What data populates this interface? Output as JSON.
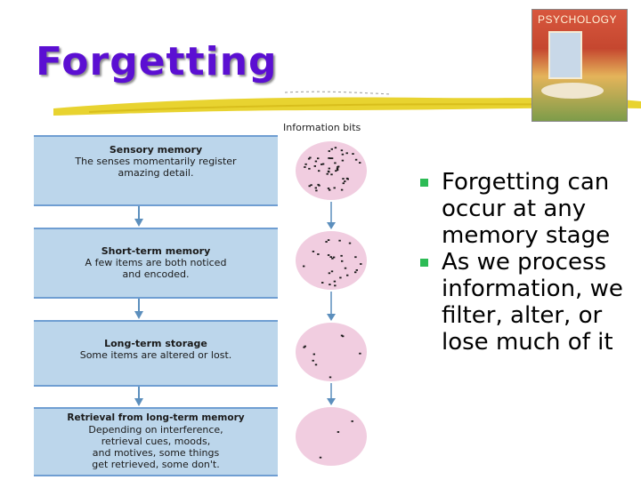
{
  "slide": {
    "title": "Forgetting",
    "colors": {
      "title": "#5b0fd2",
      "stage_fill": "#bcd6eb",
      "circle_fill": "#f1cde0",
      "bullet": "#2dbb55",
      "brush": "#e8d330"
    }
  },
  "book": {
    "title": "PSYCHOLOGY"
  },
  "diagram": {
    "info_label": "Information bits",
    "stages": [
      {
        "name": "Sensory memory",
        "desc": "The senses momentarily register\namazing detail."
      },
      {
        "name": "Short-term memory",
        "desc": "A few items are both noticed\nand encoded."
      },
      {
        "name": "Long-term storage",
        "desc": "Some items are altered or lost."
      },
      {
        "name": "Retrieval from long-term memory",
        "desc": "Depending on interference,\nretrieval cues, moods,\nand motives, some things\nget retrieved, some don't."
      }
    ],
    "bits_per_stage": [
      50,
      26,
      9,
      3
    ]
  },
  "bullets": [
    "Forgetting can occur at any memory stage",
    "As we process information, we filter, alter, or lose much of it"
  ]
}
